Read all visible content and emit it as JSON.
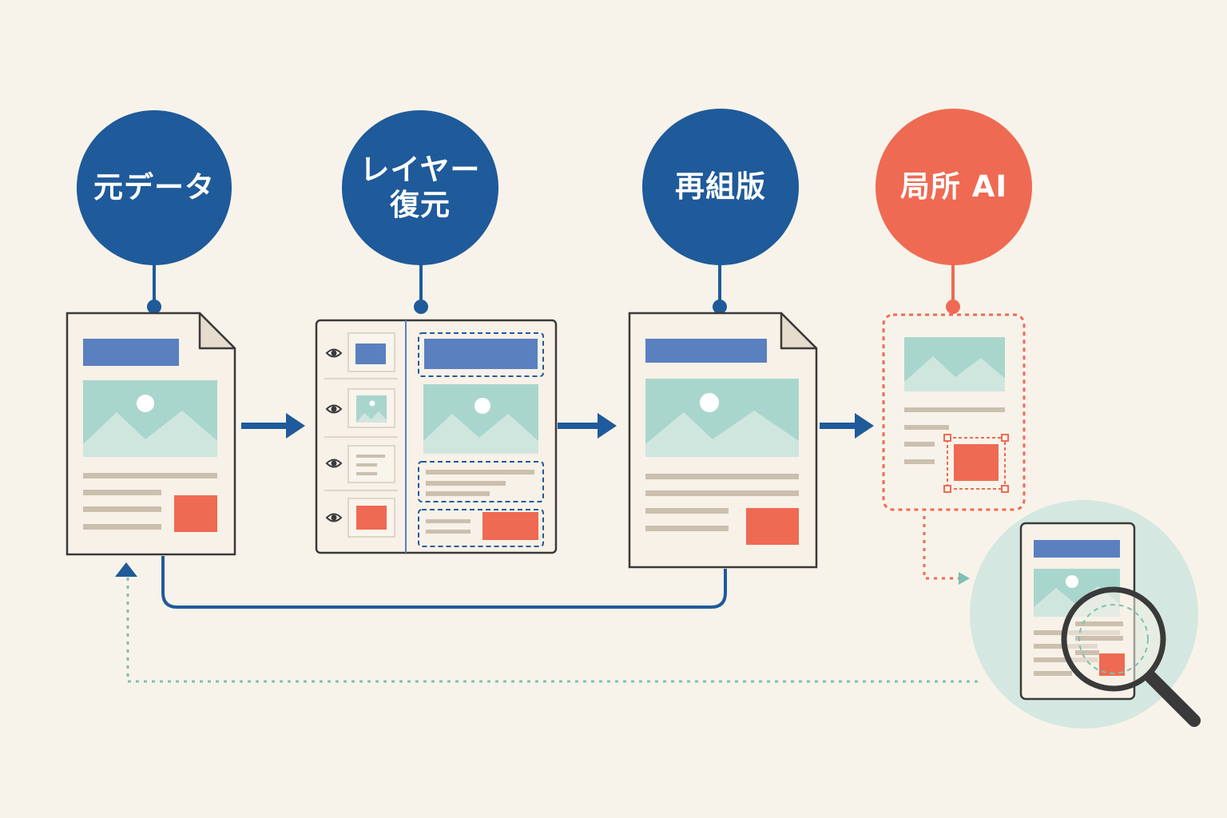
{
  "colors": {
    "background": "#f8f3ea",
    "primary_blue": "#1f5a9a",
    "accent_coral": "#ef6a52",
    "teal_soft": "#a9d6cc",
    "header_bar": "#5a80bf",
    "text_line": "#cbbfae",
    "outline": "#3a3a3a",
    "dotted_teal": "#7cc1b3"
  },
  "steps": [
    {
      "label": "元データ",
      "color": "#1f5a9a"
    },
    {
      "label": "レイヤー\n復元",
      "color": "#1f5a9a"
    },
    {
      "label": "再組版",
      "color": "#1f5a9a"
    },
    {
      "label": "局所 AI",
      "color": "#ef6a52"
    }
  ],
  "icons": {
    "layer_visibility": "eye-icon",
    "inspection": "magnifier-icon"
  }
}
